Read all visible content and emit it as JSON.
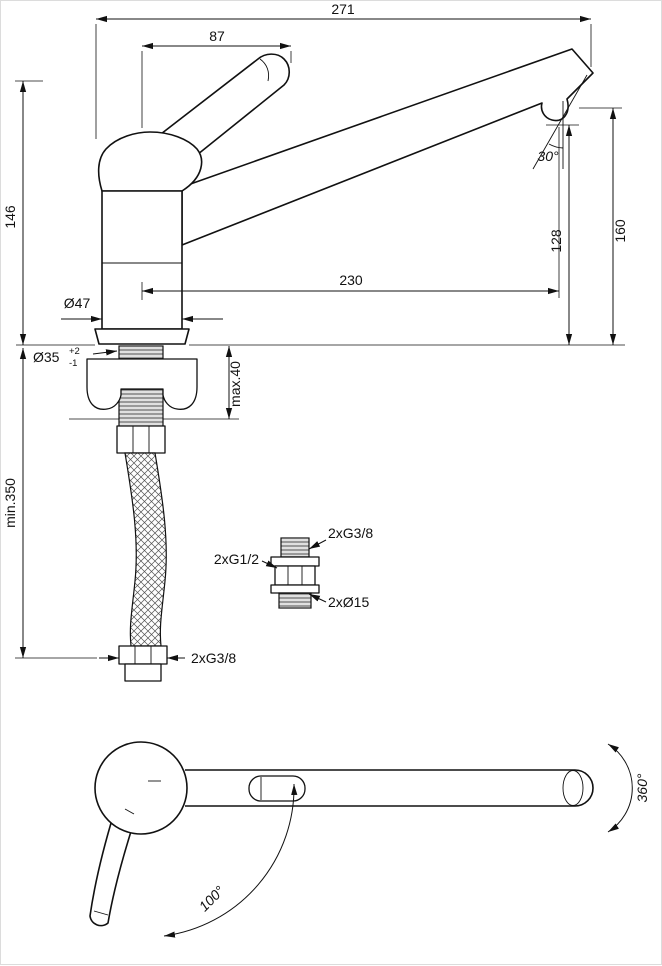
{
  "drawing": {
    "side_view": {
      "overall_width": "271",
      "handle_reach": "87",
      "body_height": "146",
      "spout_tip_height": "160",
      "outlet_height": "128",
      "spout_reach": "230",
      "outlet_angle": "30°",
      "body_diameter": "Ø47",
      "hole_diameter": "Ø35",
      "hole_tolerance_plus": "+2",
      "hole_tolerance_minus": "-1",
      "deck_thickness": "max.40",
      "hose_length": "min.350",
      "hose_connection": "2xG3/8"
    },
    "adapter": {
      "top_thread": "2xG3/8",
      "mid_thread": "2xG1/2",
      "pipe_diameter": "2xØ15"
    },
    "top_view": {
      "handle_swing": "100°",
      "spout_swivel": "360°"
    }
  }
}
